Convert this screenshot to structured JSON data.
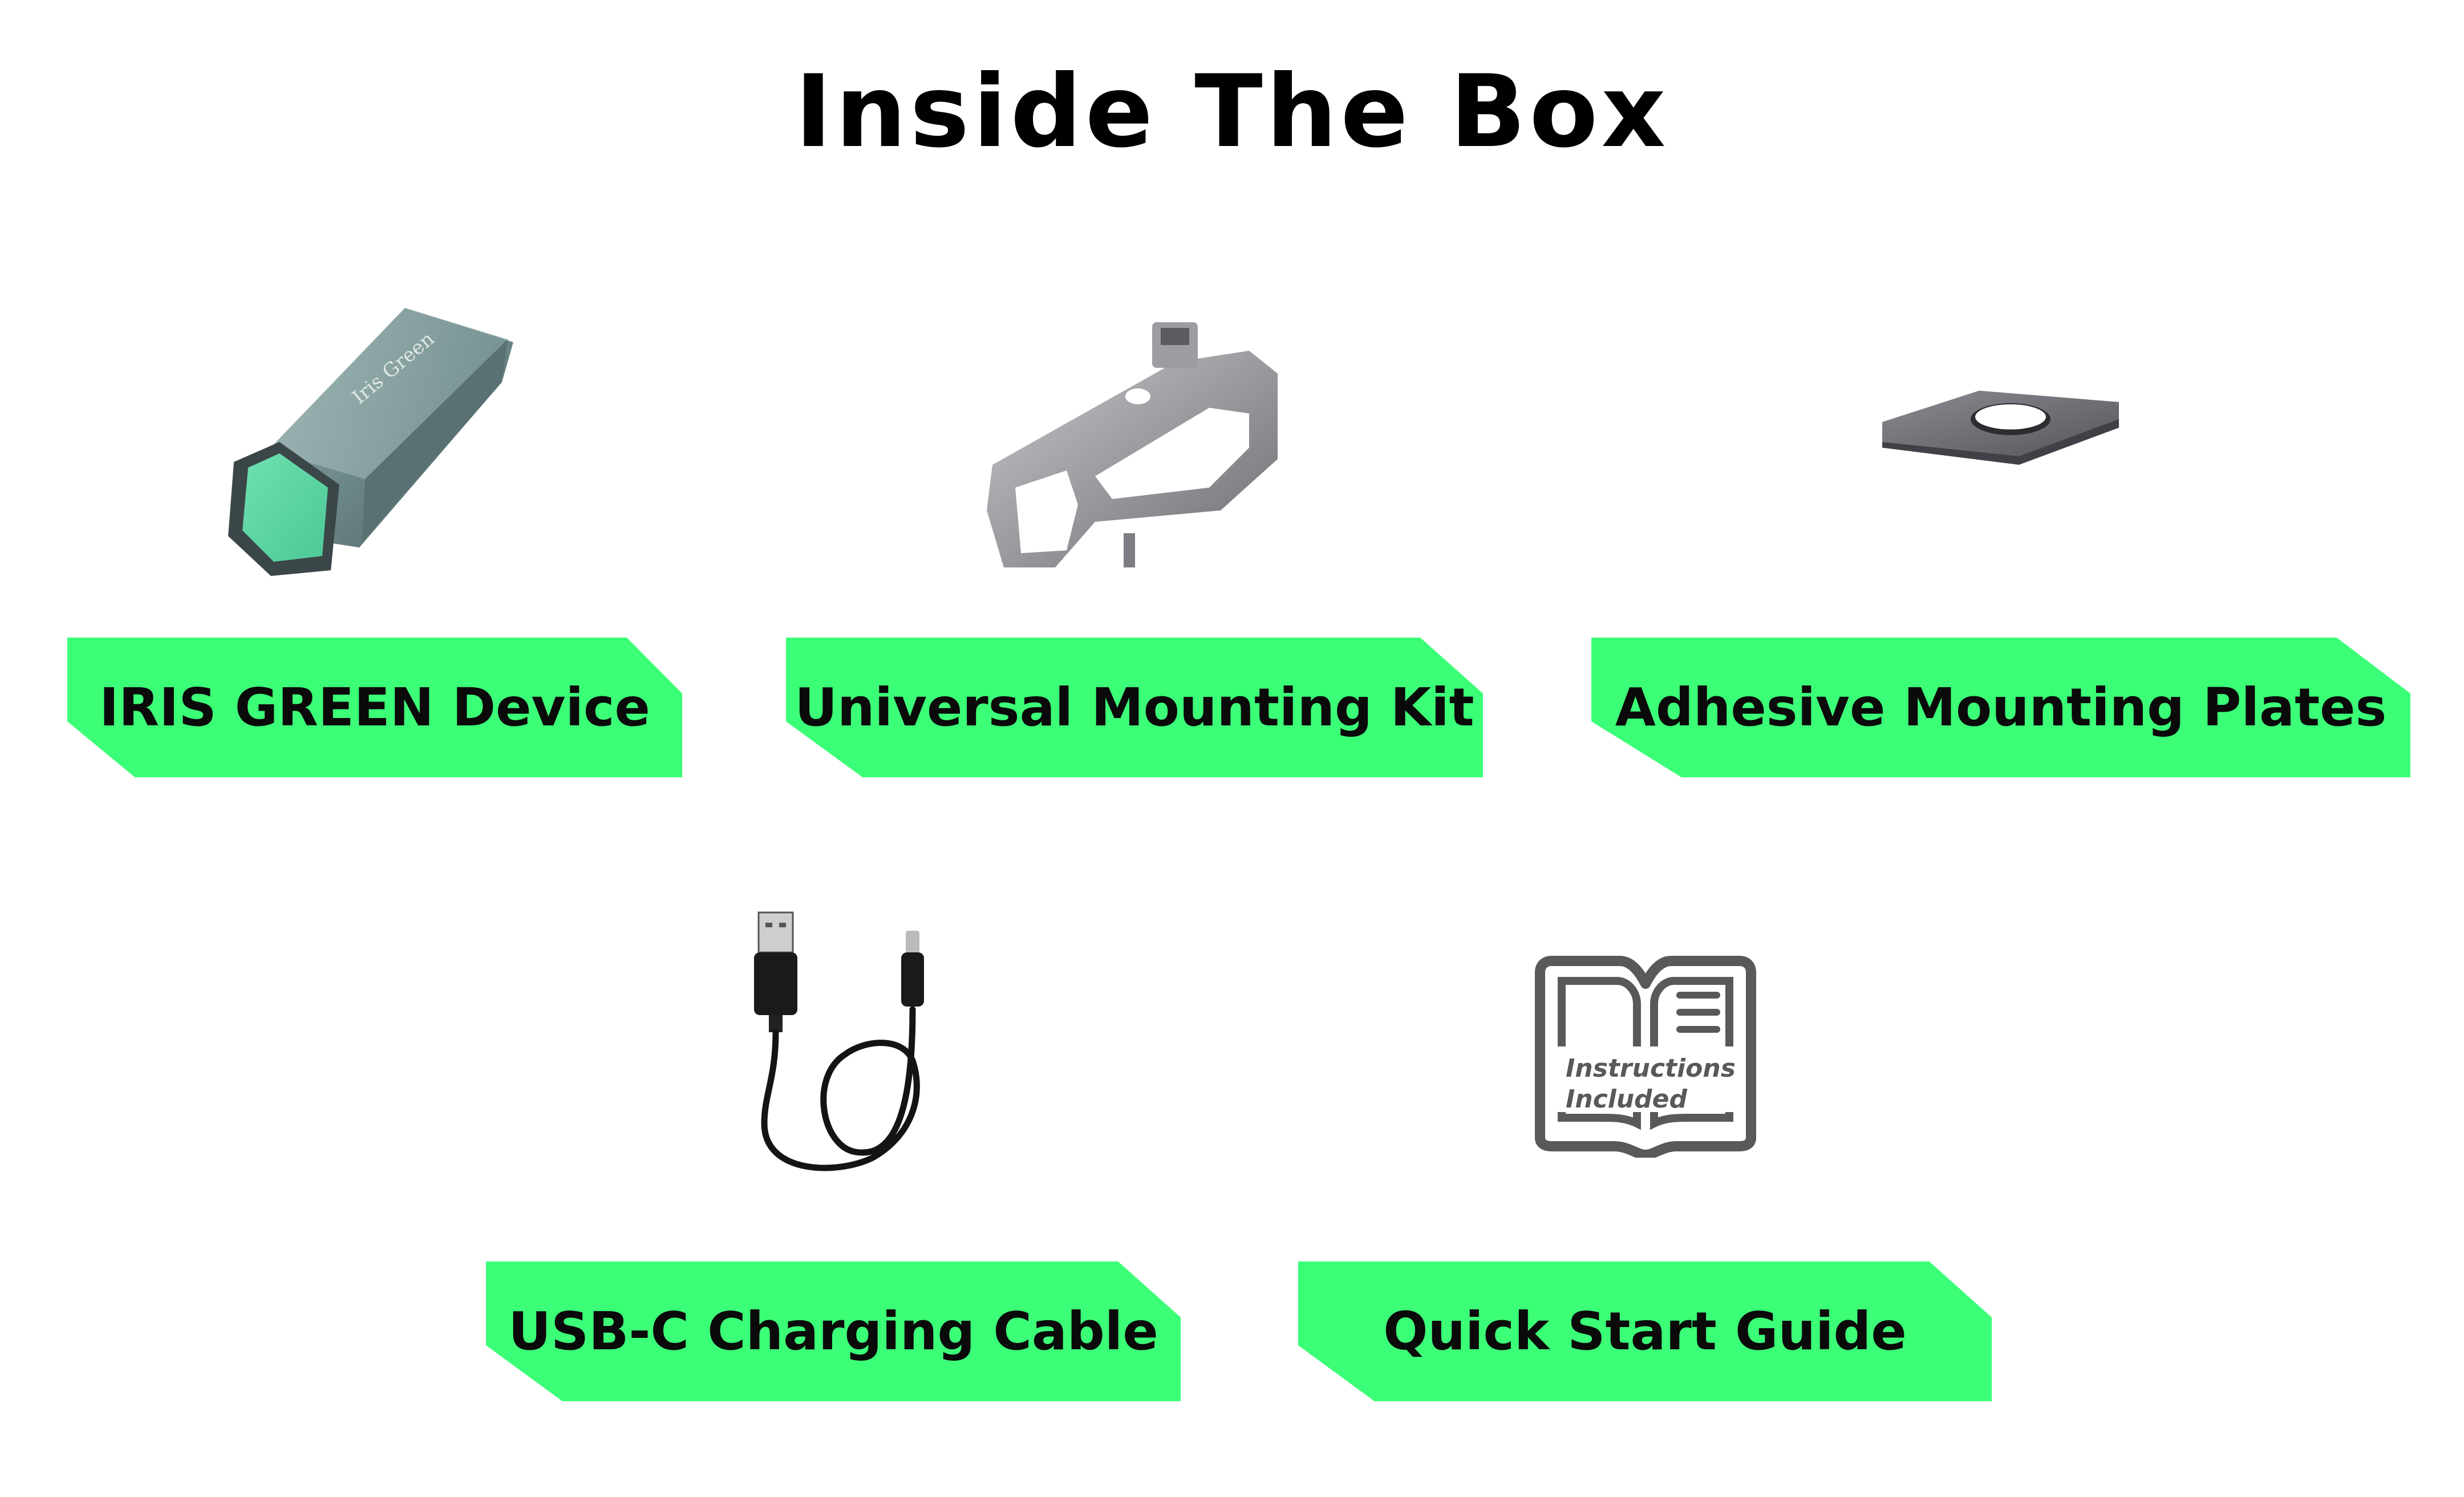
{
  "title": "Inside The Box",
  "accent_color": "#3cff78",
  "items": [
    {
      "label": "IRIS GREEN Device",
      "icon": "iris-green-device-image",
      "device_brand": "Iris Green"
    },
    {
      "label": "Universal Mounting Kit",
      "icon": "mounting-kit-image"
    },
    {
      "label": "Adhesive Mounting Plates",
      "icon": "adhesive-plate-image"
    },
    {
      "label": "USB-C Charging Cable",
      "icon": "usb-c-cable-image"
    },
    {
      "label": "Quick Start Guide",
      "icon": "instructions-book-icon",
      "guide_text": [
        "Instructions",
        "Included"
      ]
    }
  ]
}
